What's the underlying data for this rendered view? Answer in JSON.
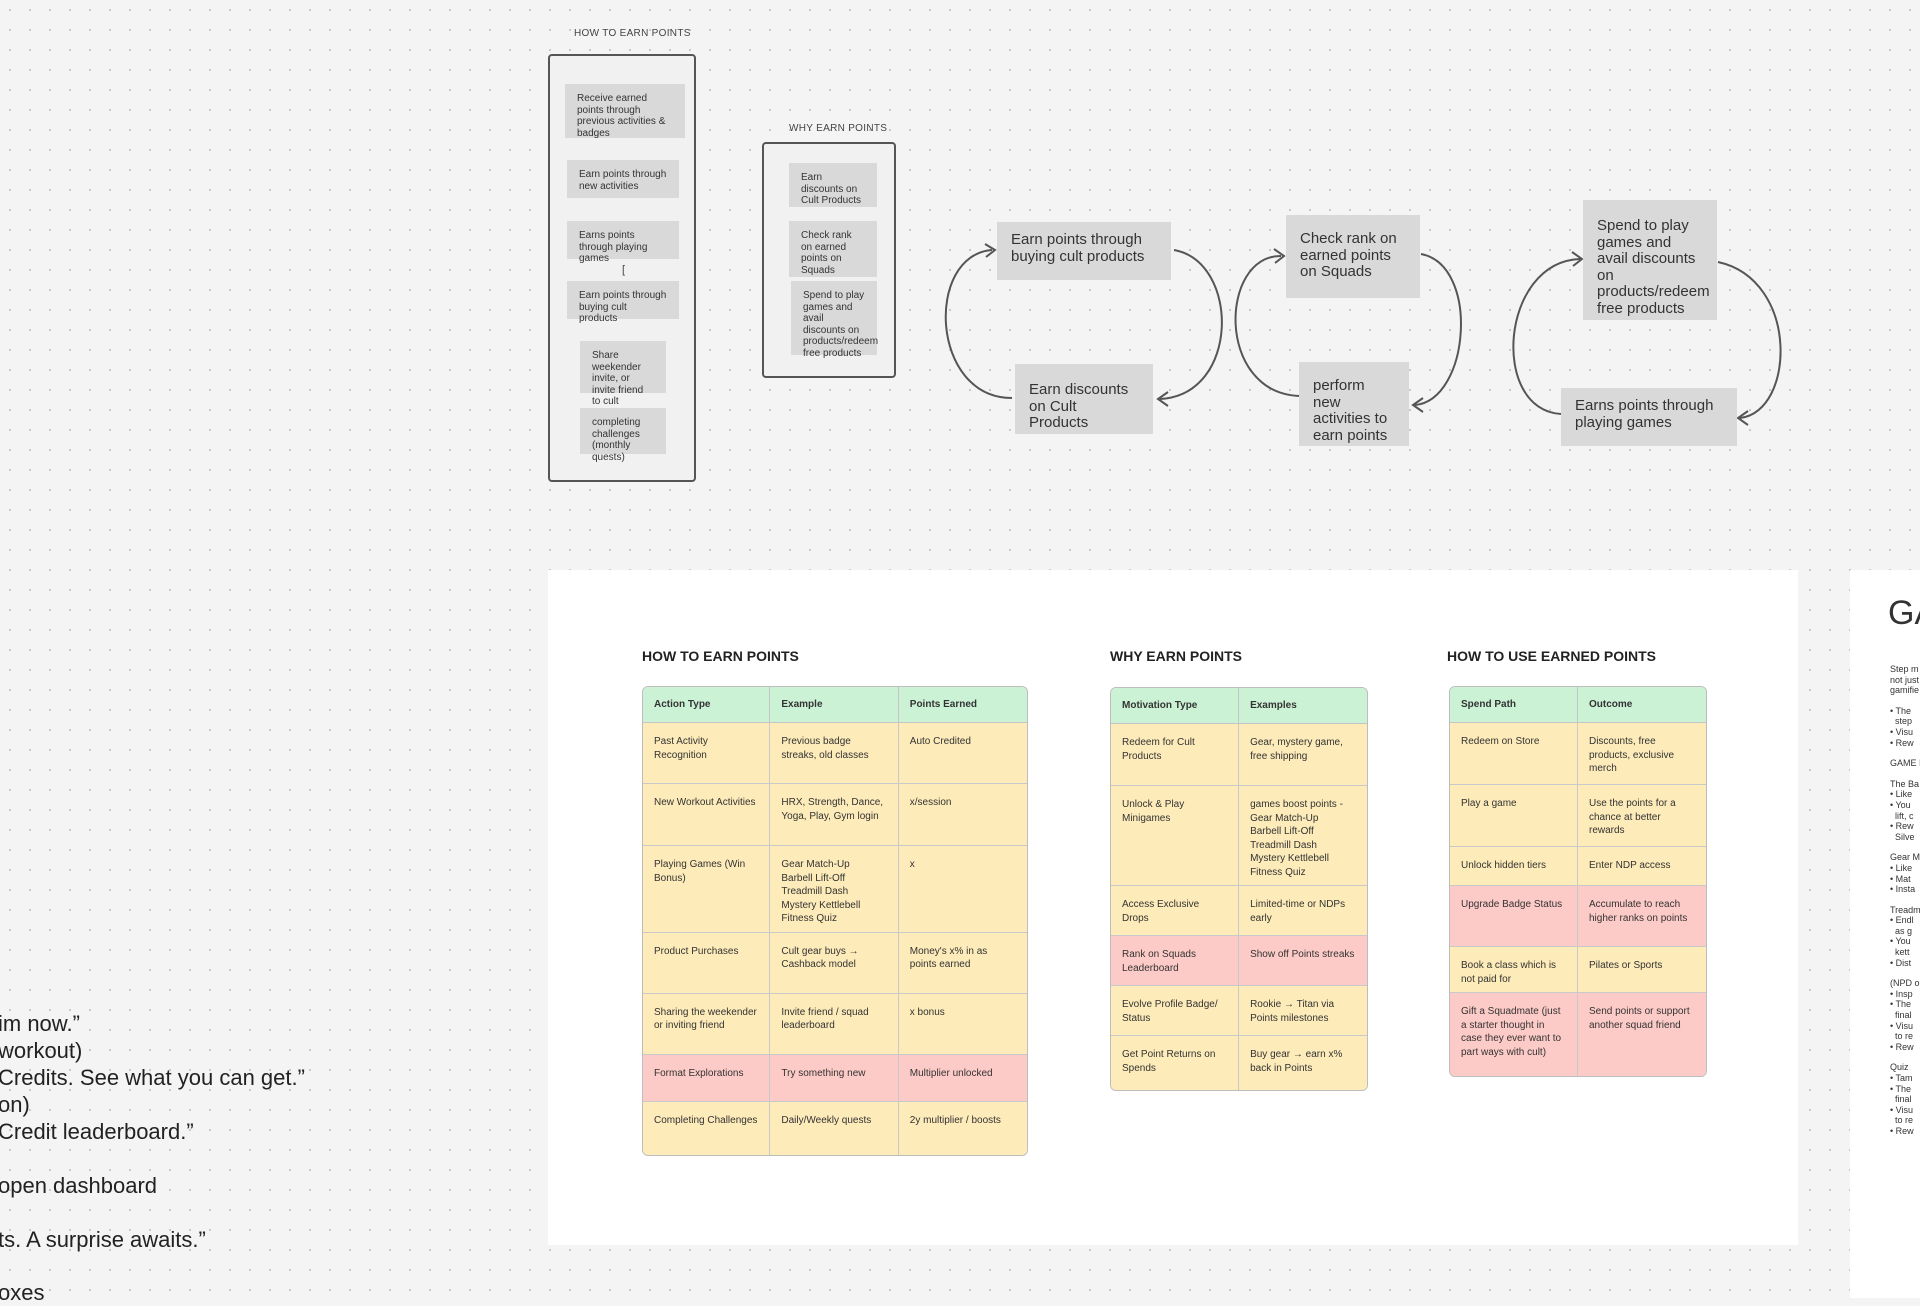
{
  "earn_frame": {
    "caption": "HOW TO EARN POINTS",
    "cards": [
      "Receive earned points through previous activities & badges",
      "Earn points through new activities",
      "Earns points through playing games",
      "Earn points through buying cult products",
      "Share weekender invite, or invite friend to cult",
      "completing challenges (monthly quests)"
    ],
    "bracket": "["
  },
  "why_frame": {
    "caption": "WHY EARN POINTS",
    "cards": [
      "Earn discounts on Cult Products",
      "Check rank on earned points on Squads",
      "Spend to play games and avail discounts on products/redeem free products"
    ]
  },
  "loops": {
    "loop1_top": "Earn points through buying cult products",
    "loop1_bottom": "Earn discounts on Cult Products",
    "loop2_top": "Check rank on earned points on Squads",
    "loop2_bottom": "perform new activities to earn points",
    "loop3_top": "Spend to play games and avail discounts on products/redeem free products",
    "loop3_bottom": "Earns points through playing games"
  },
  "side_text": [
    "im now.”",
    "workout)",
    "Credits. See what you can get.”",
    "on)",
    "Credit leaderboard.”",
    "open dashboard",
    "ts. A surprise awaits.”",
    "oxes"
  ],
  "tables": {
    "earn": {
      "title": "HOW TO EARN POINTS",
      "headers": [
        "Action Type",
        "Example",
        "Points Earned"
      ],
      "rows": [
        [
          "Past Activity Recognition",
          "Previous badge streaks, old classes",
          "Auto Credited"
        ],
        [
          "New Workout Activities",
          "HRX, Strength, Dance, Yoga, Play, Gym login",
          "x/session"
        ],
        [
          "Playing Games (Win Bonus)",
          "Gear Match-Up\nBarbell Lift-Off\nTreadmill Dash\nMystery Kettlebell\nFitness Quiz",
          "x"
        ],
        [
          "Product Purchases",
          "Cult gear buys → Cashback model",
          "Money's x% in as points earned"
        ],
        [
          "Sharing the weekender or inviting friend",
          "Invite friend / squad leaderboard",
          "x bonus"
        ],
        [
          "Format Explorations",
          "Try something new",
          "Multiplier unlocked"
        ],
        [
          "Completing Challenges",
          "Daily/Weekly quests",
          "2y multiplier / boosts"
        ]
      ]
    },
    "why": {
      "title": "WHY EARN POINTS",
      "headers": [
        "Motivation Type",
        "Examples"
      ],
      "rows": [
        [
          "Redeem for Cult Products",
          "Gear, mystery game, free shipping"
        ],
        [
          "Unlock & Play Minigames",
          "games boost points -\nGear Match-Up\nBarbell Lift-Off\nTreadmill Dash\nMystery Kettlebell\nFitness Quiz"
        ],
        [
          "Access Exclusive Drops",
          "Limited-time or NDPs early"
        ],
        [
          "Rank on Squads Leaderboard",
          "Show off Points streaks"
        ],
        [
          "Evolve Profile Badge/ Status",
          "Rookie → Titan via Points milestones"
        ],
        [
          "Get Point Returns on Spends",
          "Buy gear → earn x% back in Points"
        ]
      ]
    },
    "use": {
      "title": "HOW TO USE EARNED POINTS",
      "headers": [
        "Spend Path",
        "Outcome"
      ],
      "rows": [
        [
          "Redeem on Store",
          "Discounts, free products, exclusive merch"
        ],
        [
          "Play a game",
          "Use the points for a chance at better rewards"
        ],
        [
          "Unlock hidden tiers",
          "Enter NDP access"
        ],
        [
          "Upgrade Badge Status",
          "Accumulate to reach higher ranks on points"
        ],
        [
          "Book a class which is not paid for",
          "Pilates or Sports"
        ],
        [
          "Gift a Squadmate (just a starter thought in case they ever want to part ways with cult)",
          "Send points or support another squad friend"
        ]
      ]
    }
  },
  "right_peek": {
    "title": "GA",
    "lines": [
      "Step m",
      "not just",
      "gamifie",
      "• The",
      "  step",
      "• Visu",
      "• Rew",
      "GAME I",
      "The Ba",
      "• Like",
      "• You",
      "  lift, c",
      "• Rew",
      "  Silve",
      "Gear M",
      "• Like",
      "• Mat",
      "• Insta",
      "Treadm",
      "• Endl",
      "  as g",
      "• You",
      "  kett",
      "• Dist",
      "(NPD o",
      "• Insp",
      "• The",
      "  final",
      "• Visu",
      "  to re",
      "• Rew",
      "Quiz",
      "• Tam",
      "• The",
      "  final",
      "• Visu",
      "  to re",
      "• Rew"
    ]
  }
}
